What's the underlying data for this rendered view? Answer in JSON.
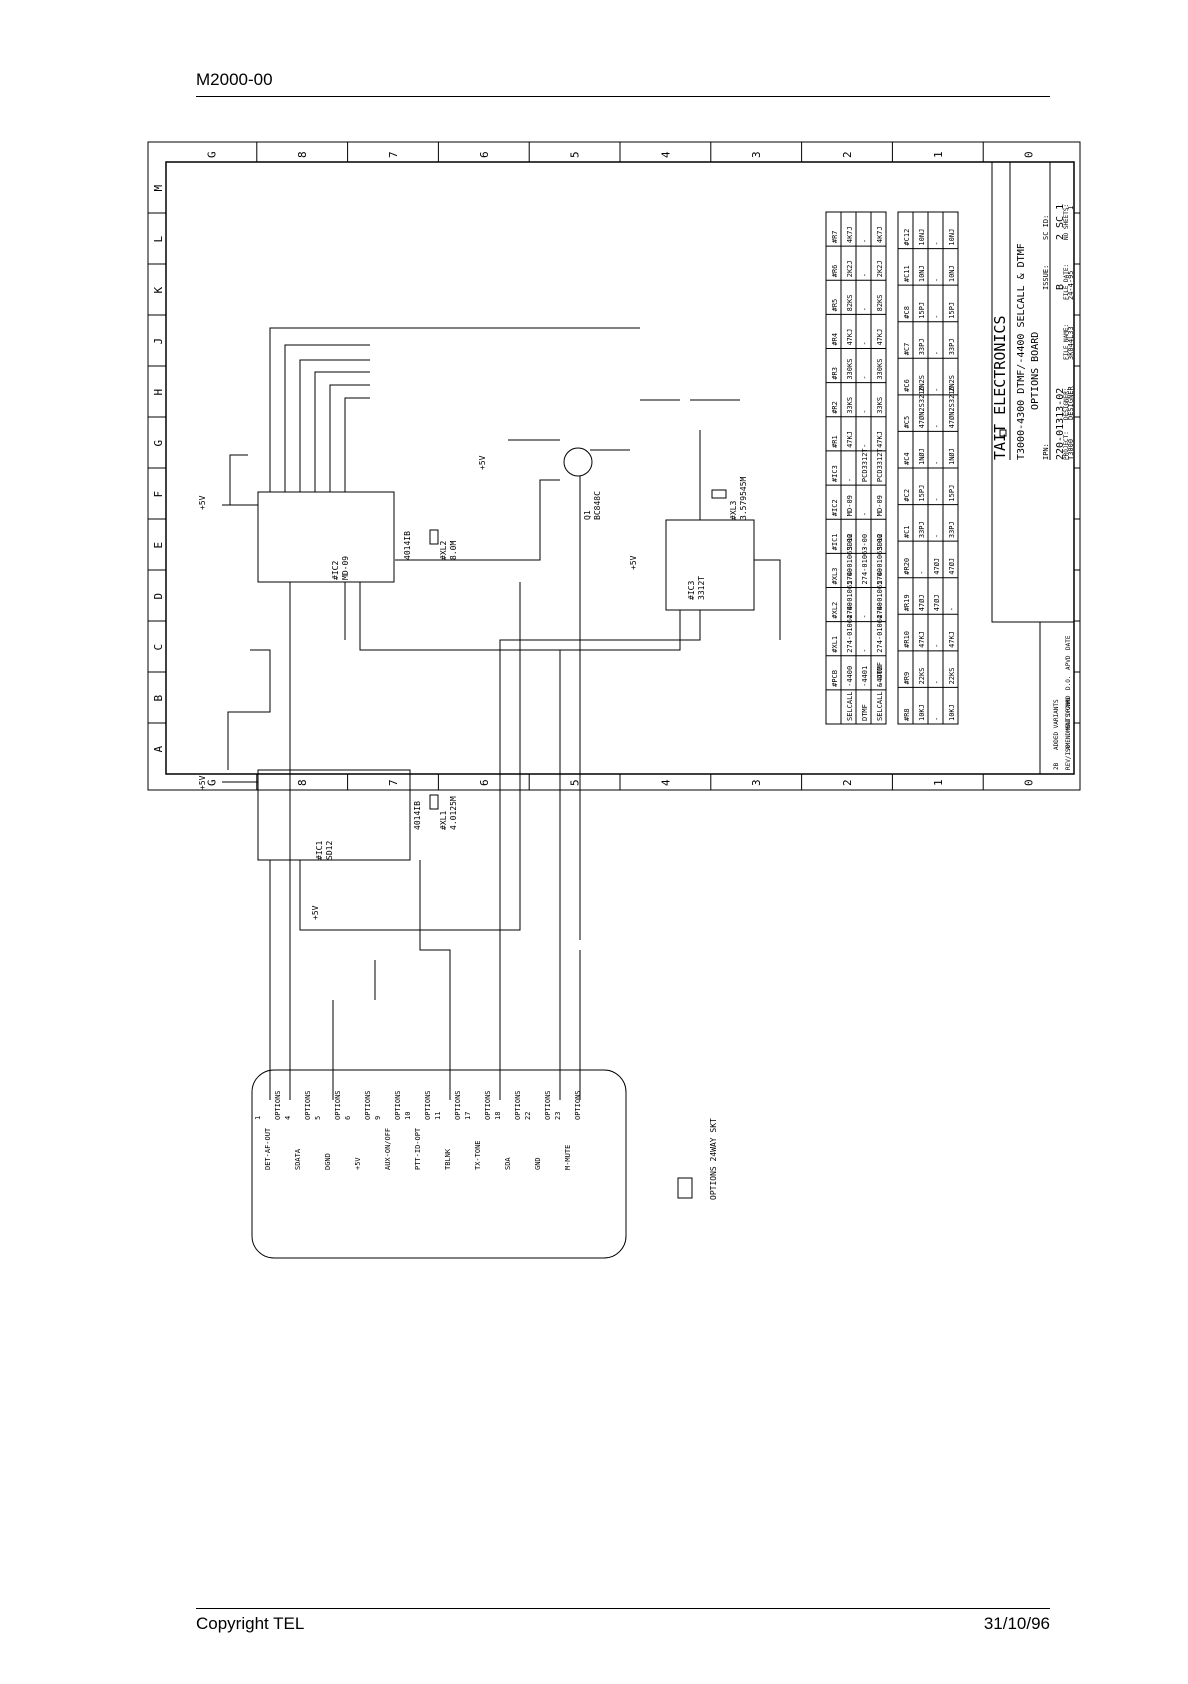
{
  "header": {
    "doc_code": "M2000-00"
  },
  "footer": {
    "copyright": "Copyright TEL",
    "date": "31/10/96"
  },
  "frame": {
    "col_labels_top": [
      "G",
      "8",
      "7",
      "6",
      "5",
      "4",
      "3",
      "2",
      "1",
      "0"
    ],
    "row_labels": [
      "M",
      "L",
      "K",
      "J",
      "H",
      "G",
      "F",
      "E",
      "D",
      "C",
      "B",
      "A"
    ]
  },
  "title_block": {
    "company": "TAIT ELECTRONICS",
    "title1": "T3000-4300 DTMF/-4400 SELCALL & DTMF",
    "title2": "OPTIONS BOARD",
    "ipn_label": "IPN:",
    "ipn": "220-01313-02",
    "issue_label": "ISSUE:",
    "issue": "B",
    "sc_id_label": "SC ID:",
    "sc_id": "2 SC 1",
    "project_label": "PROJECT:",
    "project": "T3000",
    "designer_label": "DESIGNER:",
    "designer": "DESIGNER",
    "file_label": "FILE NAME:",
    "file": "3K044L33",
    "filedate_label": "FILE DATE:",
    "filedate": "24-4-95",
    "sheets_label": "NO SHEETS:",
    "sheets": "1"
  },
  "amendments": {
    "row1": [
      "2B",
      "ADDED VARIANTS"
    ],
    "header": [
      "REV/ISS",
      "AMENDMENTS",
      "MAJ DRAWN",
      "CHKD",
      "D.O.",
      "APVD",
      "DATE"
    ]
  },
  "variant_table": {
    "headers": [
      "",
      "#PCB",
      "#XL1",
      "#XL2",
      "#XL3",
      "#IC1",
      "#IC2",
      "#IC3",
      "#R1",
      "#R2",
      "#R3",
      "#R4",
      "#R5",
      "#R6",
      "#R7"
    ],
    "rows": [
      [
        "SELCALL",
        "-4400",
        "274-01064-00",
        "274-01065-00",
        "274-01063-00",
        "SD12",
        "MD-09",
        "-",
        "47KJ",
        "33KS",
        "330KS",
        "47KJ",
        "82KS",
        "2K2J",
        "4K7J"
      ],
      [
        "DTMF",
        "-4401",
        "-",
        "-",
        "274-01063-00",
        "-",
        "-",
        "PCD3312T",
        "-",
        "-",
        "-",
        "-",
        "-",
        "-",
        "-"
      ],
      [
        "SELCALL & DTMF",
        "-4402",
        "274-01064-00",
        "274-01065-00",
        "274-01063-00",
        "SD12",
        "MD-09",
        "PCD3312T",
        "47KJ",
        "33KS",
        "330KS",
        "47KJ",
        "82KS",
        "2K2J",
        "4K7J"
      ]
    ]
  },
  "variant_table2": {
    "headers": [
      "#R8",
      "#R9",
      "#R10",
      "#R19",
      "#R20",
      "#C1",
      "#C2",
      "#C4",
      "#C5",
      "#C6",
      "#C7",
      "#C8",
      "#C11",
      "#C12"
    ],
    "rows": [
      [
        "10KJ",
        "22KS",
        "47KJ",
        "47ØJ",
        "-",
        "33PJ",
        "15PJ",
        "1NØJ",
        "47ØN2S3216",
        "2N2S",
        "33PJ",
        "15PJ",
        "10NJ",
        "10NJ"
      ],
      [
        "-",
        "-",
        "-",
        "47ØJ",
        "47ØJ",
        "-",
        "-",
        "-",
        "-",
        "-",
        "-",
        "-",
        "-",
        "-"
      ],
      [
        "10KJ",
        "22KS",
        "47KJ",
        "-",
        "47ØJ",
        "33PJ",
        "15PJ",
        "1NØJ",
        "47ØN2S3216",
        "2N2S",
        "33PJ",
        "15PJ",
        "10NJ",
        "10NJ"
      ]
    ]
  },
  "connector": {
    "name": "OPTIONS 24WAY SKT",
    "pins": [
      {
        "n": "1",
        "label": "DET-AF-OUT"
      },
      {
        "n": "4",
        "label": "SDATA"
      },
      {
        "n": "5",
        "label": "DGND"
      },
      {
        "n": "6",
        "label": "+5V"
      },
      {
        "n": "9",
        "label": "AUX-ON/OFF"
      },
      {
        "n": "10",
        "label": "PTT-ID-OPT"
      },
      {
        "n": "11",
        "label": "TBLNK"
      },
      {
        "n": "17",
        "label": "TX-TONE"
      },
      {
        "n": "18",
        "label": "SDA"
      },
      {
        "n": "22",
        "label": "GND"
      },
      {
        "n": "23",
        "label": "M-MUTE"
      }
    ],
    "pin_tag": "OPTIONS"
  },
  "components": {
    "ic1": {
      "ref": "#IC1",
      "part": "SD12",
      "alt": "4014IB"
    },
    "ic2": {
      "ref": "#IC2",
      "part": "MD-09",
      "alt": "4014IB"
    },
    "ic3": {
      "ref": "#IC3",
      "part": "3312T"
    },
    "q1": {
      "ref": "Q1",
      "part": "BC848C"
    },
    "xl3": {
      "ref": "#XL3",
      "part": "3.579545M"
    },
    "xl1": {
      "ref": "#XL1",
      "part": "4.0125M"
    },
    "xl2": {
      "ref": "#XL2",
      "part": "8.0M"
    },
    "supply": "+5V"
  }
}
